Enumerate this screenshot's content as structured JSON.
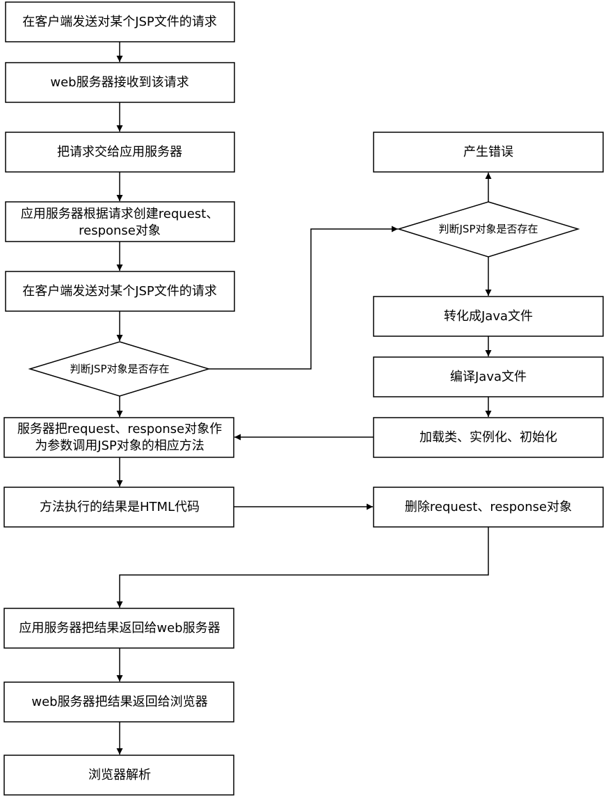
{
  "nodes": {
    "n1": {
      "label": "在客户端发送对某个JSP文件的请求"
    },
    "n2": {
      "label": "web服务器接收到该请求"
    },
    "n3": {
      "label": "把请求交给应用服务器"
    },
    "n4": {
      "line1": "应用服务器根据请求创建request、",
      "line2": "response对象"
    },
    "n5": {
      "label": "在客户端发送对某个JSP文件的请求"
    },
    "d1": {
      "label": "判断JSP对象是否存在"
    },
    "n6": {
      "line1": "服务器把request、response对象作",
      "line2": "为参数调用JSP对象的相应方法"
    },
    "n7": {
      "label": "方法执行的结果是HTML代码"
    },
    "n8": {
      "label": "应用服务器把结果返回给web服务器"
    },
    "n9": {
      "label": "web服务器把结果返回给浏览器"
    },
    "n10": {
      "label": "浏览器解析"
    },
    "r_err": {
      "label": "产生错误"
    },
    "d2": {
      "label": "判断JSP对象是否存在"
    },
    "r1": {
      "label": "转化成Java文件"
    },
    "r2": {
      "label": "编译Java文件"
    },
    "r3": {
      "label": "加载类、实例化、初始化"
    },
    "r4": {
      "label": "删除request、response对象"
    }
  }
}
